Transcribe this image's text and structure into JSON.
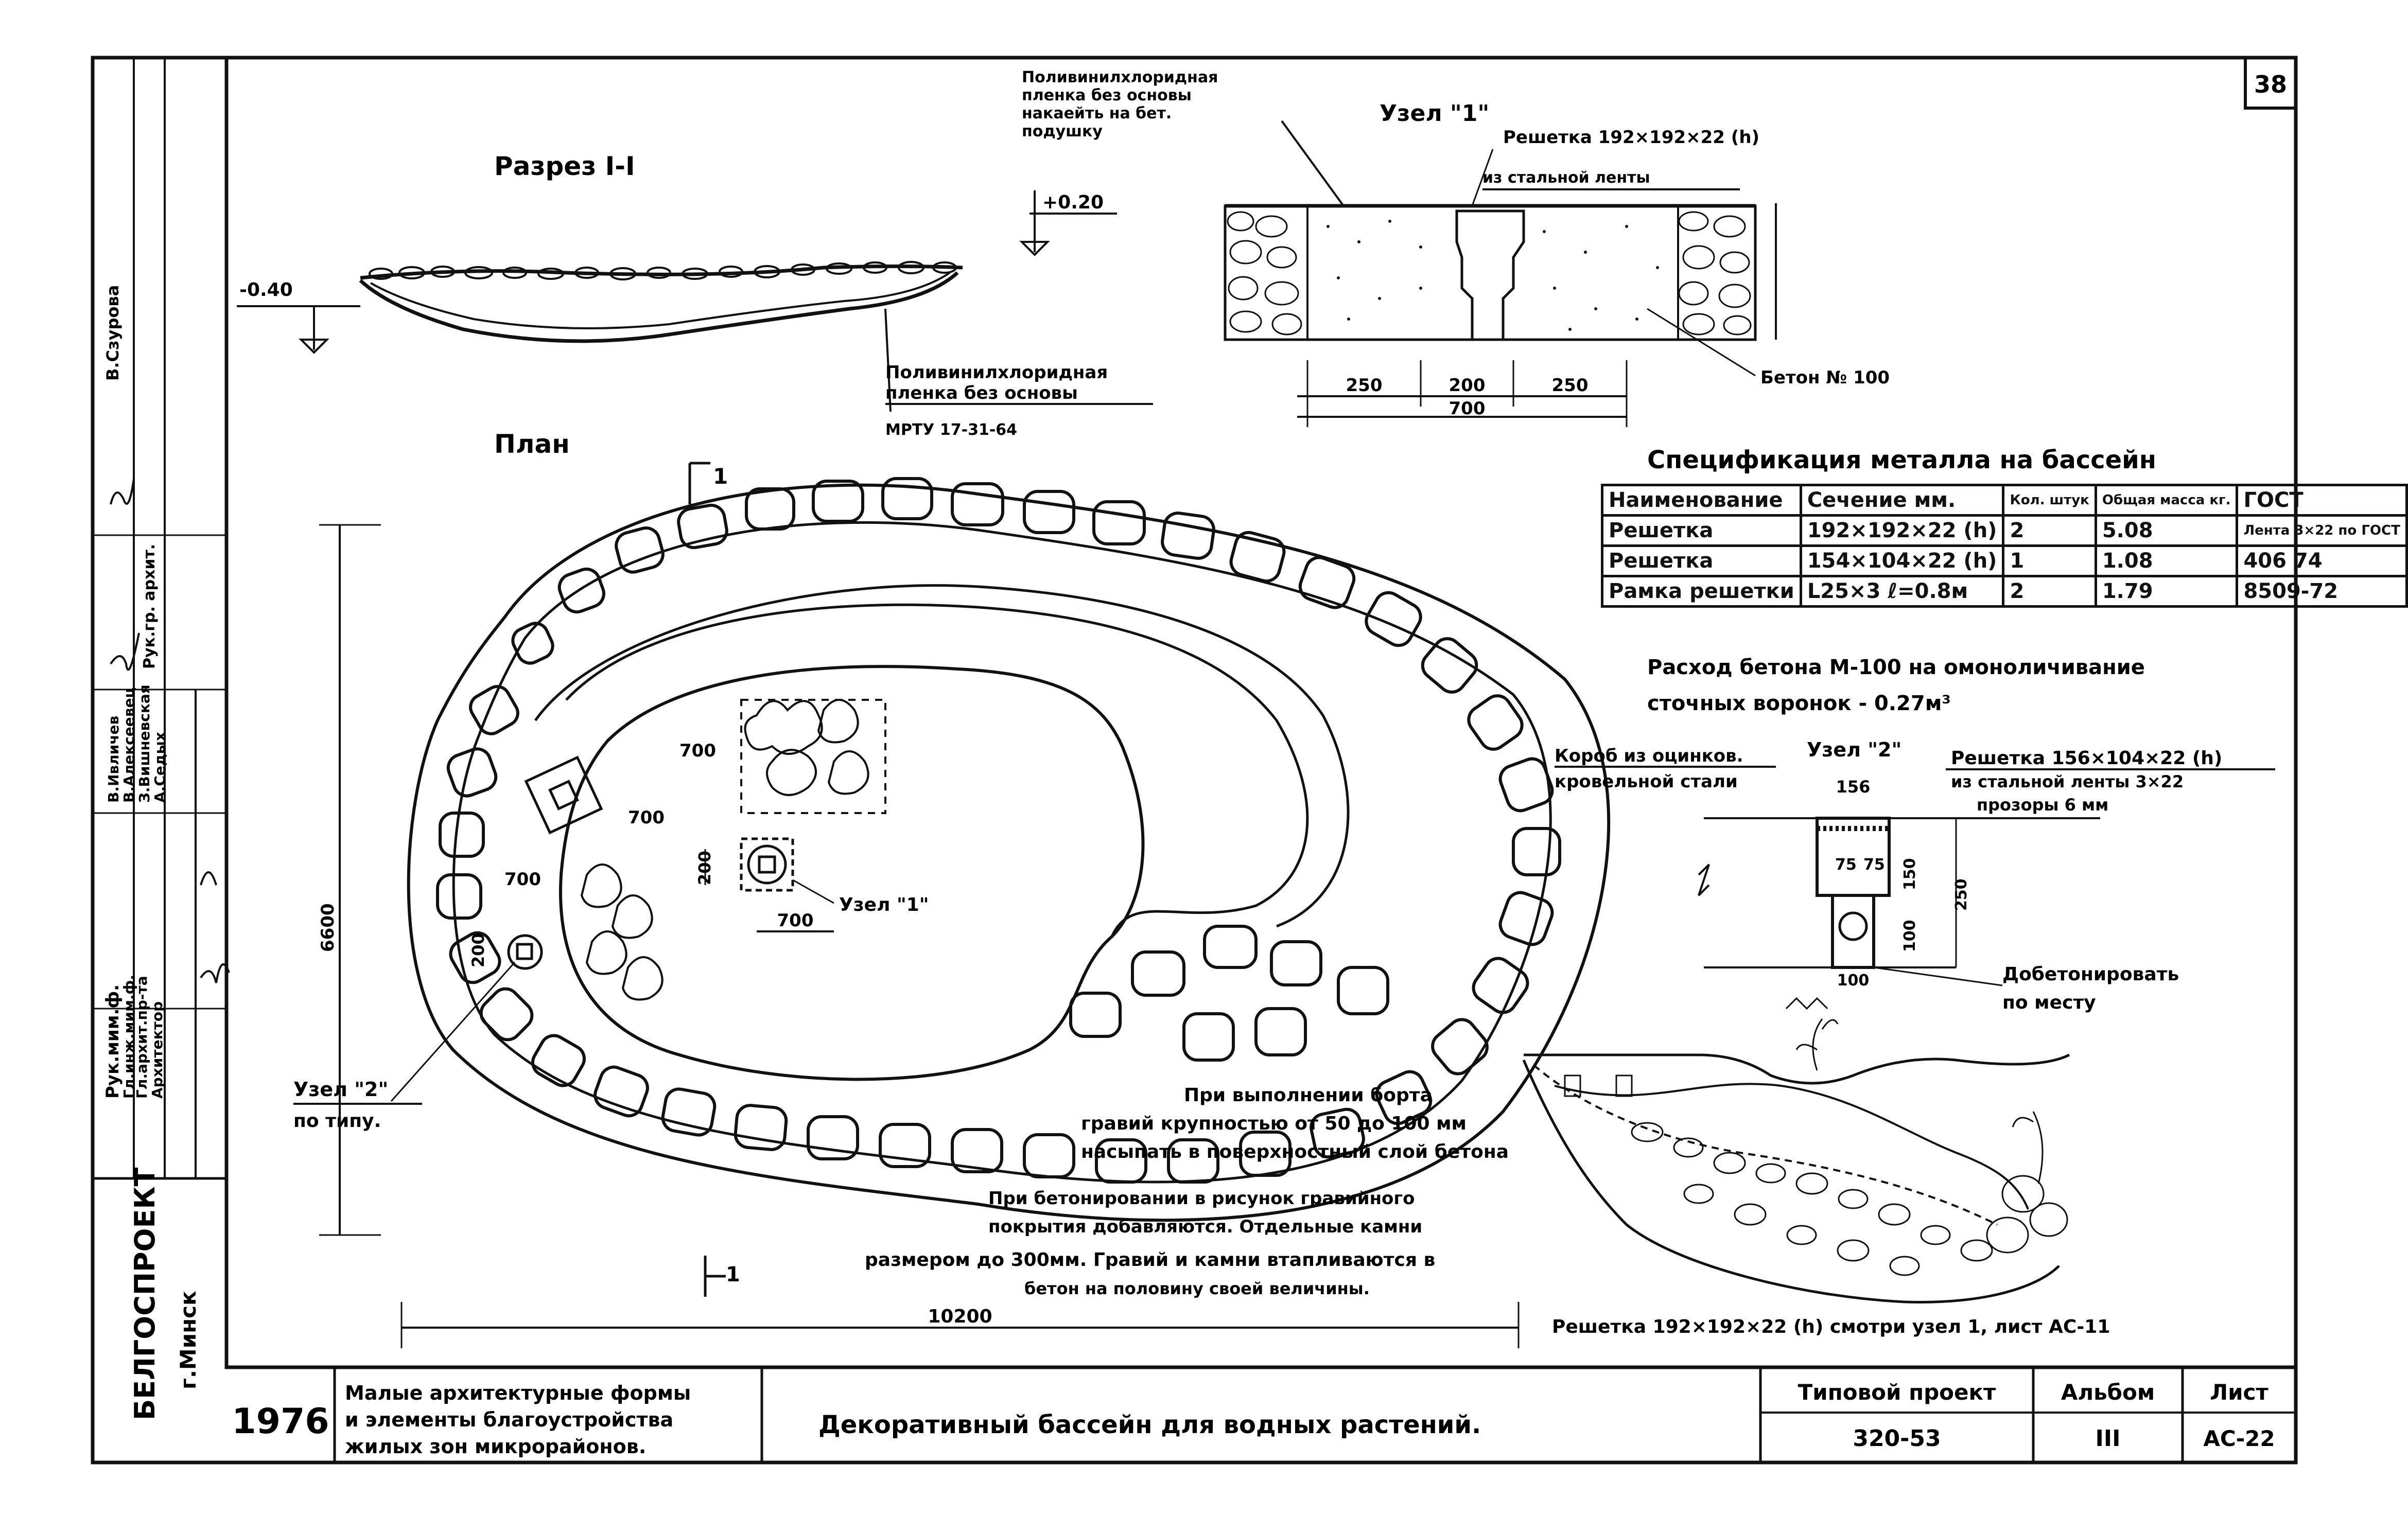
{
  "sheet_number": "38",
  "side_stamp": {
    "org": "БЕЛГОСПРОЕКТ",
    "city": "г.Минск",
    "roles": [
      "Рук.гр. архит.",
      "Рук.мим.ф.",
      "Гл.инж.мим.ф.",
      "Гл.архит.пр-та",
      "Архитектор"
    ],
    "names": [
      "В.Сзурова",
      "В.Ивличев",
      "В.Алексеевец",
      "З.Вишневская",
      "А.Седых"
    ]
  },
  "section": {
    "title": "Разрез I-I",
    "level_left": "-0.40",
    "level_right": "+0.20",
    "film_top": [
      "Поливинилхлоридная",
      "пленка без основы",
      "накаейть на бет.",
      "подушку"
    ],
    "film_bottom": [
      "Поливинилхлоридная",
      "пленка без основы",
      "МРТУ 17-31-64"
    ]
  },
  "node1": {
    "title": "Узел \"1\"",
    "grate": [
      "Решетка 192×192×22 (h)",
      "из стальной ленты"
    ],
    "concrete": "Бетон № 100",
    "dims": [
      "250",
      "200",
      "250",
      "700"
    ]
  },
  "plan": {
    "title": "План",
    "section_mark": "1",
    "dim_width": "10200",
    "dim_height": "6600",
    "dim_small": [
      "700",
      "700",
      "700",
      "700",
      "200",
      "200"
    ],
    "node1_label": "Узел \"1\"",
    "node2_label": [
      "Узел \"2\"",
      "по типу."
    ]
  },
  "spec": {
    "title": "Спецификация металла на бассейн",
    "headers": [
      "Наименование",
      "Сечение мм.",
      "Кол. штук",
      "Общая масса кг.",
      "ГОСТ"
    ],
    "rows": [
      [
        "Решетка",
        "192×192×22 (h)",
        "2",
        "5.08",
        "Лента 3×22 по ГОСТ"
      ],
      [
        "Решетка",
        "154×104×22 (h)",
        "1",
        "1.08",
        "406 74"
      ],
      [
        "Рамка решетки",
        "L25×3 ℓ=0.8м",
        "2",
        "1.79",
        "8509-72"
      ]
    ],
    "note": [
      "Расход бетона М-100 на омоноличивание",
      "сточных воронок - 0.27м³"
    ]
  },
  "node2": {
    "title": "Узел \"2\"",
    "box": [
      "Короб из оцинков.",
      "кровельной стали"
    ],
    "grate": [
      "Решетка 156×104×22 (h)",
      "из стальной ленты 3×22",
      "прозоры 6 мм"
    ],
    "dims": [
      "156",
      "75",
      "75",
      "150",
      "250",
      "100",
      "100"
    ],
    "concrete": [
      "Добетонировать",
      "по месту"
    ]
  },
  "notes": [
    "При выполнении борта",
    "гравий крупностью от 50 до 100 мм",
    "насыпать в поверхностный слой бетона",
    "При бетонировании в рисунок гравийного",
    "покрытия добавляются. Отдельные камни",
    "размером до 300мм. Гравий и камни втапливаются в",
    "бетон на половину своей величины."
  ],
  "perspective_caption": "Решетка 192×192×22 (h) смотри узел 1, лист АС-11",
  "title_block": {
    "year": "1976",
    "series": [
      "Малые архитектурные формы",
      "и элементы благоустройства",
      "жилых зон микрорайонов."
    ],
    "title": "Декоративный бассейн для водных растений.",
    "project_label": "Типовой проект",
    "project_value": "320-53",
    "album_label": "Альбом",
    "album_value": "III",
    "sheet_label": "Лист",
    "sheet_value": "АС-22"
  }
}
